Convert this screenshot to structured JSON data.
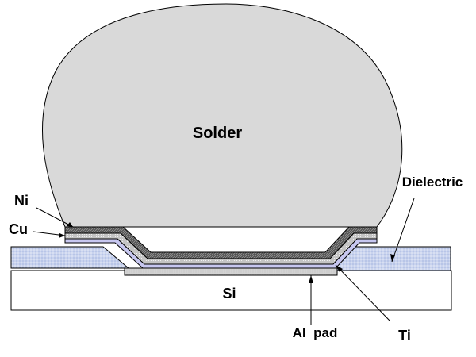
{
  "diagram": {
    "labels": {
      "solder": "Solder",
      "dielectric": "Dielectric",
      "ni": "Ni",
      "cu": "Cu",
      "si": "Si",
      "al_pad": "Al  pad",
      "ti": "Ti"
    },
    "colors": {
      "solder": "#d9d9d9",
      "dielectric": "#c9d3ee",
      "ni": "#555555",
      "cu": "#bfbfbf",
      "ti": "#c7c7f0",
      "al_pad": "#d6d6d6",
      "silicon": "#ffffff",
      "outline": "#000000"
    }
  }
}
